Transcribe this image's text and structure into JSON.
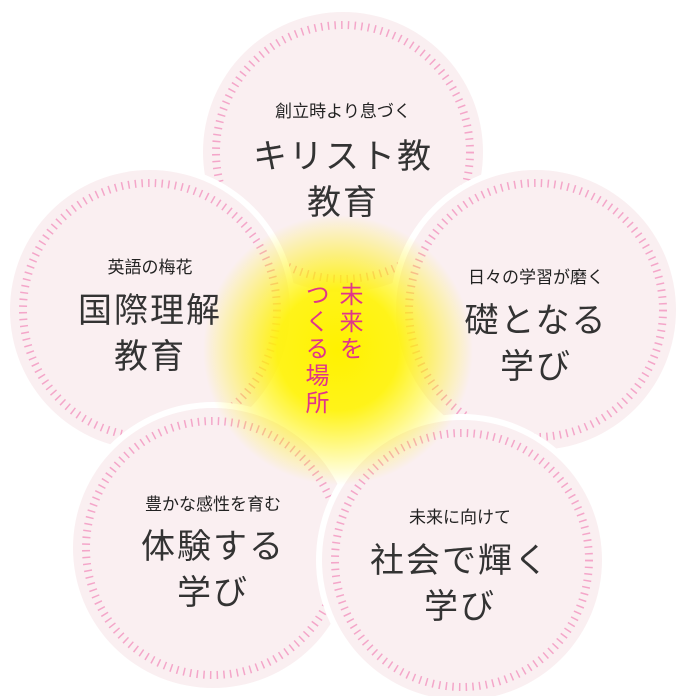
{
  "center": {
    "line1": "未来を",
    "line2": "つくる場所"
  },
  "petals": [
    {
      "sub": "創立時より息づく",
      "main1": "キリスト教",
      "main2": "教育"
    },
    {
      "sub": "英語の梅花",
      "main1": "国際理解",
      "main2": "教育"
    },
    {
      "sub": "日々の学習が磨く",
      "main1": "礎となる",
      "main2": "学び"
    },
    {
      "sub": "豊かな感性を育む",
      "main1": "体験する",
      "main2": "学び"
    },
    {
      "sub": "未来に向けて",
      "main1": "社会で輝く",
      "main2": "学び"
    }
  ],
  "colors": {
    "petal": "#faeff1",
    "tick": "#f4a6c9",
    "glow": "#fff200",
    "accent": "#e0358a"
  }
}
